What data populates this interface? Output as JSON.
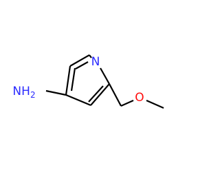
{
  "colors": {
    "bond": "#000000",
    "nitrogen": "#2b2bff",
    "oxygen": "#ff0d0d",
    "background": "#ffffff"
  },
  "atoms": {
    "ring_nitrogen": "N",
    "methoxy_oxygen": "O",
    "amine_group": "NH2"
  },
  "amine_parts": {
    "n": "N",
    "h": "H",
    "sub": "2"
  }
}
